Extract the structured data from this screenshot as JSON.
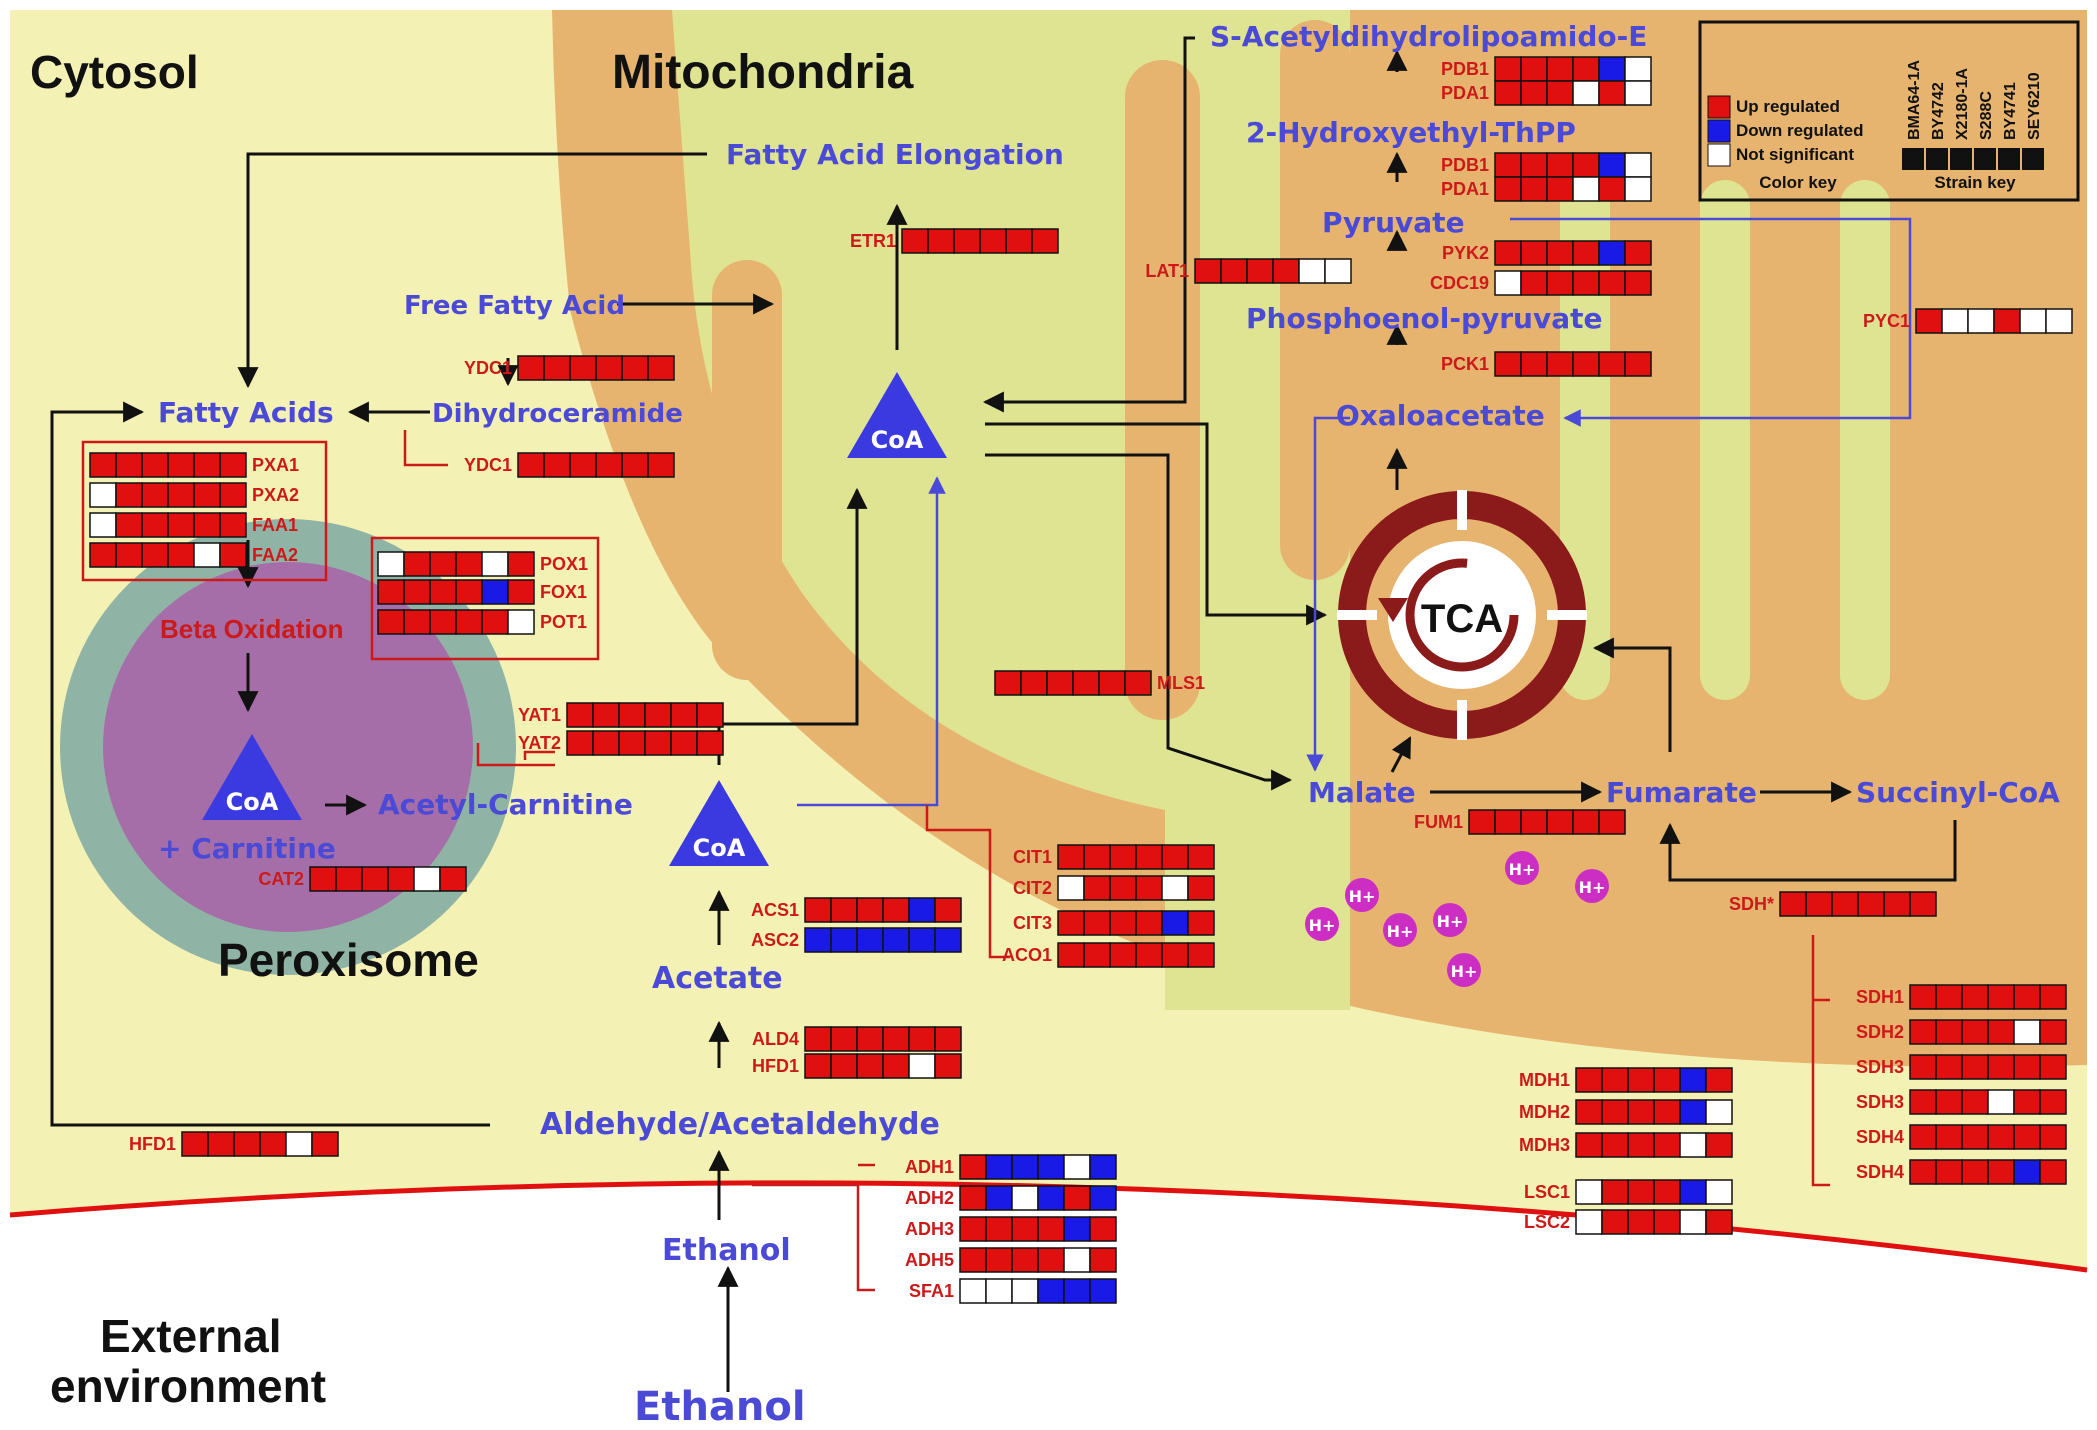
{
  "colors": {
    "up": "#e01010",
    "down": "#1a1ae6",
    "ns": "#ffffff",
    "metabolite": "#4a4ad6",
    "gene": "#cc1a1a",
    "cytosol": "#f4f1b4",
    "mito_outer": "#e6b46e",
    "mito_matrix": "#dfe492",
    "peroxisome_ring": "#8fb4a6",
    "peroxisome_inner": "#a66ea8",
    "tca": "#8b1a1a",
    "membrane": "#e01010",
    "h_ion": "#cc2ec4"
  },
  "regions": {
    "cytosol": "Cytosol",
    "mitochondria": "Mitochondria",
    "peroxisome": "Peroxisome",
    "external_1": "External",
    "external_2": "environment"
  },
  "metabolites": {
    "s_acetyl": "S-Acetyldihydrolipoamido-E",
    "hydroxyethyl": "2-Hydroxyethyl-ThPP",
    "pyruvate": "Pyruvate",
    "pep": "Phosphoenol-pyruvate",
    "oxaloacetate": "Oxaloacetate",
    "fa_elongation": "Fatty Acid Elongation",
    "free_fatty_acid": "Free Fatty Acid",
    "fatty_acids": "Fatty Acids",
    "dihydroceramide": "Dihydroceramide",
    "beta_oxidation": "Beta Oxidation",
    "acetyl_carnitine": "Acetyl-Carnitine",
    "carnitine": "+ Carnitine",
    "acetate": "Acetate",
    "aldehyde": "Aldehyde/Acetaldehyde",
    "ethanol_in": "Ethanol",
    "ethanol_out": "Ethanol",
    "malate": "Malate",
    "fumarate": "Fumarate",
    "succinyl_coa": "Succinyl-CoA"
  },
  "coa_label": "CoA",
  "tca_label": "TCA",
  "h_ion_label": "H+",
  "legend": {
    "up": "Up regulated",
    "down": "Down regulated",
    "ns": "Not significant",
    "color_key": "Color key",
    "strain_key": "Strain key",
    "strains": [
      "BMA64-1A",
      "BY4742",
      "X2180-1A",
      "S288C",
      "BY4741",
      "SEY6210"
    ]
  },
  "genes": [
    {
      "name": "PDB1",
      "pattern": "UUUUDN"
    },
    {
      "name": "PDA1",
      "pattern": "UUUNUN"
    },
    {
      "name": "PDB1",
      "pattern": "UUUUDN"
    },
    {
      "name": "PDA1",
      "pattern": "UUUNUN"
    },
    {
      "name": "PYK2",
      "pattern": "UUUUDU"
    },
    {
      "name": "CDC19",
      "pattern": "NUUUUU"
    },
    {
      "name": "PCK1",
      "pattern": "UUUUUU"
    },
    {
      "name": "PYC1",
      "pattern": "UNNUNN"
    },
    {
      "name": "ETR1",
      "pattern": "UUUUUU"
    },
    {
      "name": "LAT1",
      "pattern": "UUUUNN"
    },
    {
      "name": "YDC1",
      "pattern": "UUUUUU"
    },
    {
      "name": "YDC1",
      "pattern": "UUUUUU"
    },
    {
      "name": "PXA1",
      "pattern": "UUUUUU"
    },
    {
      "name": "PXA2",
      "pattern": "NUUUUU"
    },
    {
      "name": "FAA1",
      "pattern": "NUUUUU"
    },
    {
      "name": "FAA2",
      "pattern": "UUUUNU"
    },
    {
      "name": "POX1",
      "pattern": "NUUUNU"
    },
    {
      "name": "FOX1",
      "pattern": "UUUUDU"
    },
    {
      "name": "POT1",
      "pattern": "UUUUUN"
    },
    {
      "name": "YAT1",
      "pattern": "UUUUUU"
    },
    {
      "name": "YAT2",
      "pattern": "UUUUUU"
    },
    {
      "name": "CAT2",
      "pattern": "UUUUNU"
    },
    {
      "name": "MLS1",
      "pattern": "UUUUUU"
    },
    {
      "name": "CIT1",
      "pattern": "UUUUUU"
    },
    {
      "name": "CIT2",
      "pattern": "NUUUNU"
    },
    {
      "name": "CIT3",
      "pattern": "UUUUDU"
    },
    {
      "name": "ACO1",
      "pattern": "UUUUUU"
    },
    {
      "name": "ACS1",
      "pattern": "UUUUDU"
    },
    {
      "name": "ASC2",
      "pattern": "DDDDDD"
    },
    {
      "name": "ALD4",
      "pattern": "UUUUUU"
    },
    {
      "name": "HFD1",
      "pattern": "UUUUNU"
    },
    {
      "name": "HFD1",
      "pattern": "UUUUNU"
    },
    {
      "name": "ADH1",
      "pattern": "UDDDND"
    },
    {
      "name": "ADH2",
      "pattern": "UDNDUD"
    },
    {
      "name": "ADH3",
      "pattern": "UUUUDU"
    },
    {
      "name": "ADH5",
      "pattern": "UUUUNU"
    },
    {
      "name": "SFA1",
      "pattern": "NNNDDD"
    },
    {
      "name": "FUM1",
      "pattern": "UUUUUU"
    },
    {
      "name": "SDH*",
      "pattern": "UUUUUU"
    },
    {
      "name": "SDH1",
      "pattern": "UUUUUU"
    },
    {
      "name": "SDH2",
      "pattern": "UUUUNU"
    },
    {
      "name": "SDH3",
      "pattern": "UUUUUU"
    },
    {
      "name": "SDH3",
      "pattern": "UUUNUU"
    },
    {
      "name": "SDH4",
      "pattern": "UUUUUU"
    },
    {
      "name": "SDH4",
      "pattern": "UUUUDU"
    },
    {
      "name": "MDH1",
      "pattern": "UUUUDU"
    },
    {
      "name": "MDH2",
      "pattern": "UUUUDN"
    },
    {
      "name": "MDH3",
      "pattern": "UUUUNU"
    },
    {
      "name": "LSC1",
      "pattern": "NUUUDN"
    },
    {
      "name": "LSC2",
      "pattern": "NUUUNU"
    }
  ]
}
